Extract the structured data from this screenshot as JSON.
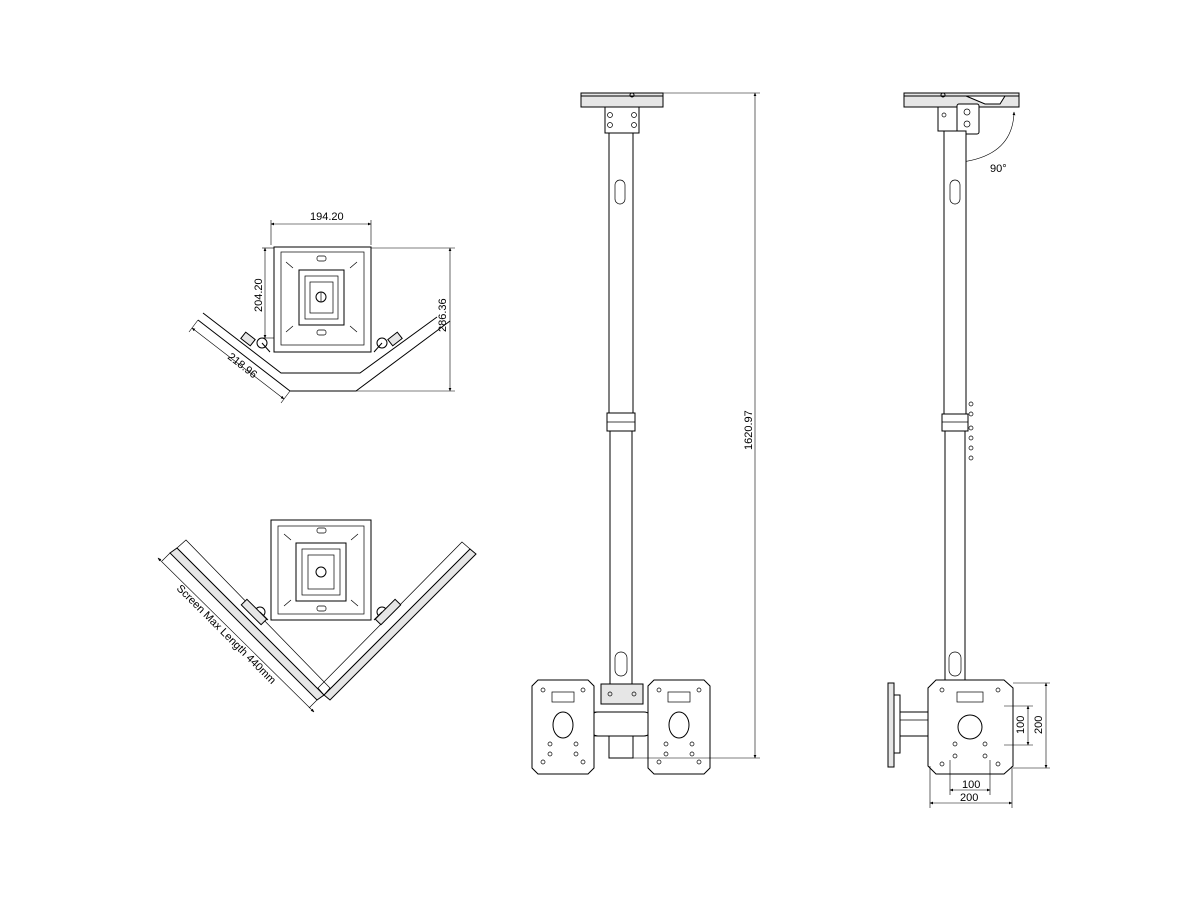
{
  "dimensions": {
    "top_width": "194.20",
    "plate_height": "204.20",
    "total_height": "286.36",
    "diagonal": "218.96",
    "pole_length": "1620.97",
    "rotation": "90°",
    "vesa_h_small": "100",
    "vesa_h_large": "200",
    "vesa_v_small": "100",
    "vesa_v_large": "200"
  },
  "labels": {
    "screen_max": "Screen Max Length 440mm"
  }
}
